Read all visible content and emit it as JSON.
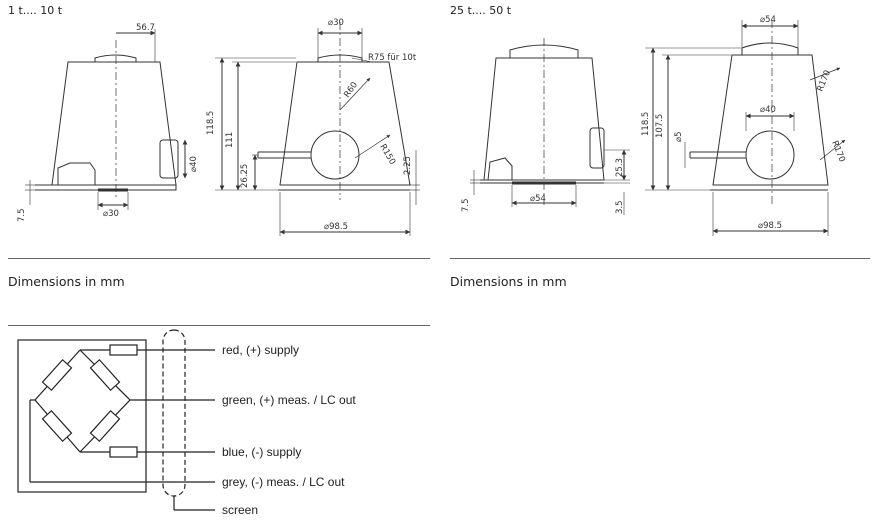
{
  "headers": {
    "left": "1 t.... 10 t",
    "right": "25 t.... 50 t"
  },
  "captions": {
    "left": "Dimensions in mm",
    "right": "Dimensions in mm"
  },
  "dims_left": {
    "d56_7": "56.7",
    "d30_top": "⌀30",
    "r75": "R75 für 10t",
    "r60": "R60",
    "r150": "R150",
    "h118_5": "118.5",
    "h111": "111",
    "h26_25": "26.25",
    "h2_25": "2.25",
    "d40": "⌀40",
    "h7_5": "7.5",
    "d30_bot": "⌀30",
    "d98_5": "⌀98.5"
  },
  "dims_right": {
    "d54_top": "⌀54",
    "r170a": "R170",
    "r170b": "R170",
    "h118_5": "118.5",
    "h107_5": "107.5",
    "d40": "⌀40",
    "d5": "⌀5",
    "h25_3": "25.3",
    "h7_5": "7.5",
    "d54_bot": "⌀54",
    "h3_5": "3.5",
    "d98_5": "⌀98.5"
  },
  "wiring": {
    "red": "red, (+) supply",
    "green": "green, (+) meas. / LC out",
    "blue": "blue, (-) supply",
    "grey": "grey, (-) meas. / LC out",
    "screen": "screen"
  }
}
